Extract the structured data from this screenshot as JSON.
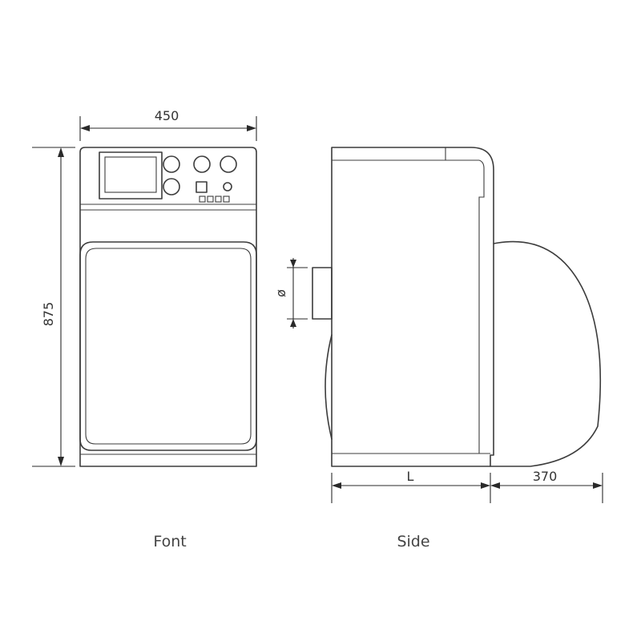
{
  "front_view": {
    "caption": "Font",
    "width_label": "450",
    "height_label": "875"
  },
  "side_view": {
    "caption": "Side",
    "diameter_label": "ø",
    "depth_label": "L",
    "burner_label": "370"
  },
  "colors": {
    "line": "#3c3c3c",
    "text": "#333333"
  }
}
